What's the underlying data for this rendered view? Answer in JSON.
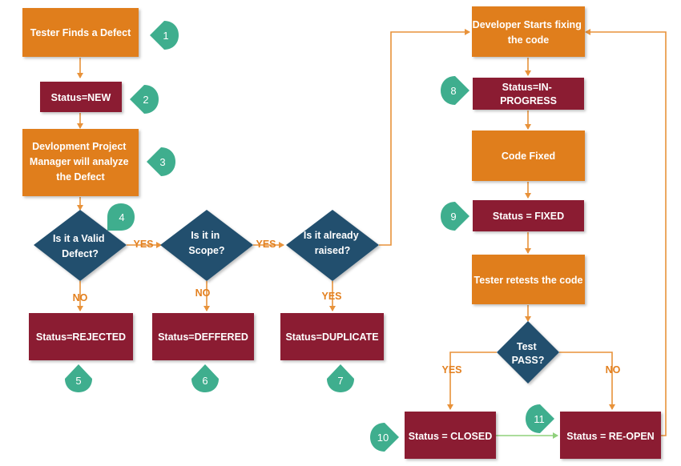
{
  "nodes": {
    "tester_finds": [
      "Tester Finds a Defect"
    ],
    "status_new": [
      "Status=NEW"
    ],
    "dev_pm": [
      "Devlopment Project",
      "Manager will analyze",
      "the Defect"
    ],
    "valid_defect": [
      "Is it a Valid",
      "Defect?"
    ],
    "in_scope": [
      "Is it in",
      "Scope?"
    ],
    "already_raised": [
      "Is it already",
      "raised?"
    ],
    "status_rejected": [
      "Status=REJECTED"
    ],
    "status_deferred": [
      "Status=DEFFERED"
    ],
    "status_duplicate": [
      "Status=DUPLICATE"
    ],
    "dev_starts": [
      "Developer Starts fixing",
      "the code"
    ],
    "status_inprogress": [
      "Status=IN-",
      "PROGRESS"
    ],
    "code_fixed": [
      "Code Fixed"
    ],
    "status_fixed": [
      "Status = FIXED"
    ],
    "tester_retests": [
      "Tester retests the code"
    ],
    "test_pass": [
      "Test",
      "PASS?"
    ],
    "status_closed": [
      "Status = CLOSED"
    ],
    "status_reopen": [
      "Status = RE-OPEN"
    ]
  },
  "edge_labels": {
    "valid_yes": "YES",
    "valid_no": "NO",
    "scope_yes": "YES",
    "scope_no": "NO",
    "raised_yes": "YES",
    "pass_yes": "YES",
    "pass_no": "NO"
  },
  "badges": [
    "1",
    "2",
    "3",
    "4",
    "5",
    "6",
    "7",
    "8",
    "9",
    "10",
    "11"
  ],
  "colors": {
    "process": "#e07e1d",
    "status": "#8b1f32",
    "decision": "#24506e",
    "badge": "#3fae8e",
    "arrow": "#e8923a",
    "arrow_alt": "#8fd07c"
  }
}
